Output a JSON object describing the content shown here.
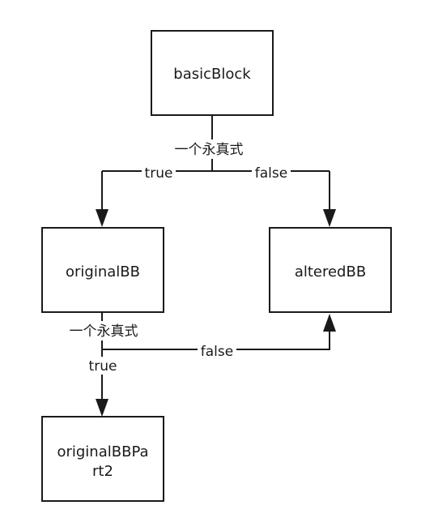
{
  "nodes": {
    "basic_block": "basicBlock",
    "original_bb": "originalBB",
    "altered_bb": "alteredBB",
    "original_bb_part2_line1": "originalBBPa",
    "original_bb_part2_line2": "rt2"
  },
  "edges": {
    "condition_top": "一个永真式",
    "true_top": "true",
    "false_top": "false",
    "condition_mid": "一个永真式",
    "false_mid": "false",
    "true_mid": "true"
  },
  "colors": {
    "stroke": "#1a1a1a",
    "background": "#ffffff"
  }
}
